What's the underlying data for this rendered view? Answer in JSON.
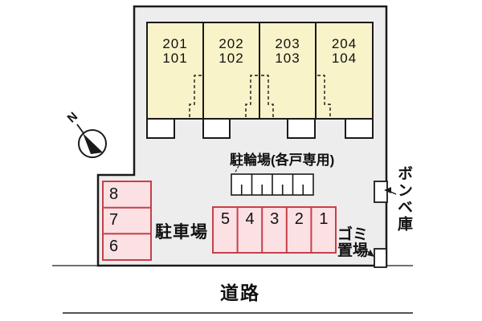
{
  "site": {
    "units": [
      "201\n101",
      "202\n102",
      "203\n103",
      "204\n104"
    ],
    "bicycle_parking_label": "駐輪場(各戸専用)",
    "parking_lot_label": "駐車場",
    "gas_cylinder_storage_label": "ボンベ庫",
    "garbage_area_label": "ゴミ\n置場",
    "road_label": "道路",
    "compass_north": "N",
    "parking_spaces_left": [
      "8",
      "7",
      "6"
    ],
    "parking_spaces_bottom": [
      "5",
      "4",
      "3",
      "2",
      "1"
    ]
  },
  "colors": {
    "site_background": "#ededed",
    "building_fill": "#f8f3c8",
    "parking_fill": "#fbe0e4",
    "parking_border": "#c74048",
    "line": "#1a1a1a",
    "white": "#ffffff"
  }
}
